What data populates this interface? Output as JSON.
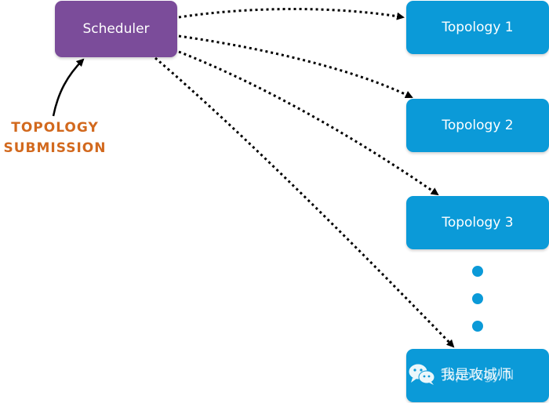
{
  "scheduler": {
    "label": "Scheduler"
  },
  "submission": {
    "line1": "TOPOLOGY",
    "line2": "SUBMISSION"
  },
  "topologies": [
    {
      "label": "Topology 1"
    },
    {
      "label": "Topology 2"
    },
    {
      "label": "Topology 3"
    },
    {
      "label": "Topology N"
    }
  ],
  "watermark": {
    "text": "我是攻城师",
    "icon": "wechat-icon"
  },
  "colors": {
    "scheduler": "#7b4c9a",
    "topology": "#0b9ad8",
    "submission": "#d2691e"
  }
}
